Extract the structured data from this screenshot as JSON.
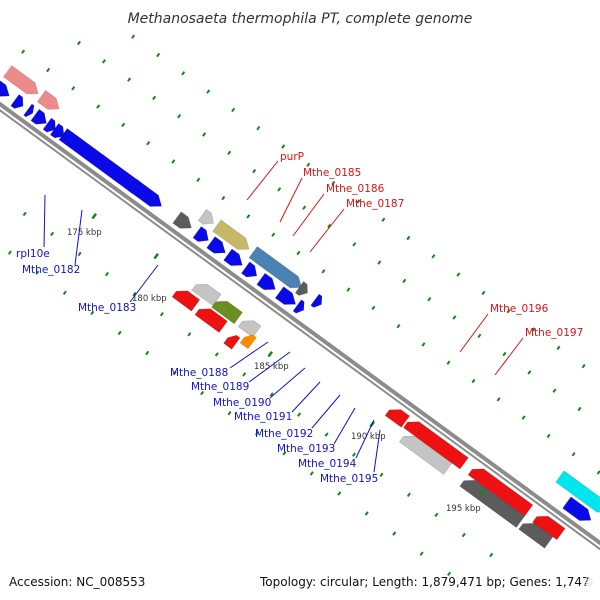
{
  "map": {
    "title": "Methanosaeta thermophila PT, complete genome",
    "accession": "Accession: NC_008553",
    "topology": "Topology: circular; Length: 1,879,471 bp; Genes: 1,747",
    "watermark": "©",
    "colors": {
      "backbone": "#8c8c8c",
      "blue": "#0a0ae8",
      "red": "#ee1111",
      "pink": "#ef8a8a",
      "gray": "#c4c4c4",
      "dark_gray": "#5c5c5c",
      "olive": "#6b8e23",
      "khaki": "#c7b867",
      "steel": "#4a82b4",
      "orange": "#ff8c00",
      "cyan": "#00e5ee",
      "tick": "#118811"
    }
  },
  "ticks": [
    {
      "label": "175 kbp"
    },
    {
      "label": "180 kbp"
    },
    {
      "label": "185 kbp"
    },
    {
      "label": "190 kbp"
    },
    {
      "label": "195 kbp"
    }
  ],
  "labels": [
    {
      "name": "purP",
      "color": "#dd1111"
    },
    {
      "name": "Mthe_0185",
      "color": "#dd1111"
    },
    {
      "name": "Mthe_0186",
      "color": "#dd1111"
    },
    {
      "name": "Mthe_0187",
      "color": "#dd1111"
    },
    {
      "name": "Mthe_0196",
      "color": "#dd1111"
    },
    {
      "name": "Mthe_0197",
      "color": "#dd1111"
    },
    {
      "name": "rpl10e",
      "color": "#1111cc"
    },
    {
      "name": "Mthe_0182",
      "color": "#1111cc"
    },
    {
      "name": "Mthe_0183",
      "color": "#1111cc"
    },
    {
      "name": "Mthe_0188",
      "color": "#1111cc"
    },
    {
      "name": "Mthe_0189",
      "color": "#1111cc"
    },
    {
      "name": "Mthe_0190",
      "color": "#1111cc"
    },
    {
      "name": "Mthe_0191",
      "color": "#1111cc"
    },
    {
      "name": "Mthe_0192",
      "color": "#1111cc"
    },
    {
      "name": "Mthe_0193",
      "color": "#1111cc"
    },
    {
      "name": "Mthe_0194",
      "color": "#1111cc"
    },
    {
      "name": "Mthe_0195",
      "color": "#1111cc"
    }
  ],
  "genes": [
    {
      "color": "blue",
      "strand": "plus"
    },
    {
      "color": "blue",
      "strand": "plus"
    },
    {
      "color": "blue",
      "strand": "plus"
    },
    {
      "color": "blue",
      "strand": "plus"
    },
    {
      "color": "blue",
      "strand": "plus"
    },
    {
      "color": "blue",
      "strand": "plus"
    },
    {
      "color": "pink",
      "strand": "plus"
    },
    {
      "color": "pink",
      "strand": "plus"
    },
    {
      "color": "blue",
      "strand": "plus"
    },
    {
      "color": "blue",
      "strand": "plus"
    },
    {
      "color": "gray",
      "strand": "minus"
    },
    {
      "color": "red",
      "strand": "minus"
    },
    {
      "color": "olive",
      "strand": "minus"
    },
    {
      "color": "red",
      "strand": "minus"
    },
    {
      "color": "gray",
      "strand": "minus"
    },
    {
      "color": "orange",
      "strand": "minus"
    },
    {
      "color": "red",
      "strand": "minus"
    },
    {
      "color": "dark_gray",
      "strand": "plus"
    },
    {
      "color": "blue",
      "strand": "plus"
    },
    {
      "color": "blue",
      "strand": "plus"
    },
    {
      "color": "blue",
      "strand": "plus"
    },
    {
      "color": "gray",
      "strand": "plus"
    },
    {
      "color": "khaki",
      "strand": "plus"
    },
    {
      "color": "steel",
      "strand": "plus"
    },
    {
      "color": "blue",
      "strand": "plus"
    },
    {
      "color": "blue",
      "strand": "plus"
    },
    {
      "color": "blue",
      "strand": "plus"
    },
    {
      "color": "blue",
      "strand": "plus"
    },
    {
      "color": "dark_gray",
      "strand": "plus"
    },
    {
      "color": "blue",
      "strand": "plus"
    },
    {
      "color": "red",
      "strand": "minus"
    },
    {
      "color": "gray",
      "strand": "minus"
    },
    {
      "color": "red",
      "strand": "minus"
    },
    {
      "color": "dark_gray",
      "strand": "minus"
    },
    {
      "color": "red",
      "strand": "minus"
    },
    {
      "color": "dark_gray",
      "strand": "minus"
    },
    {
      "color": "red",
      "strand": "minus"
    },
    {
      "color": "blue",
      "strand": "plus"
    },
    {
      "color": "cyan",
      "strand": "plus"
    }
  ]
}
